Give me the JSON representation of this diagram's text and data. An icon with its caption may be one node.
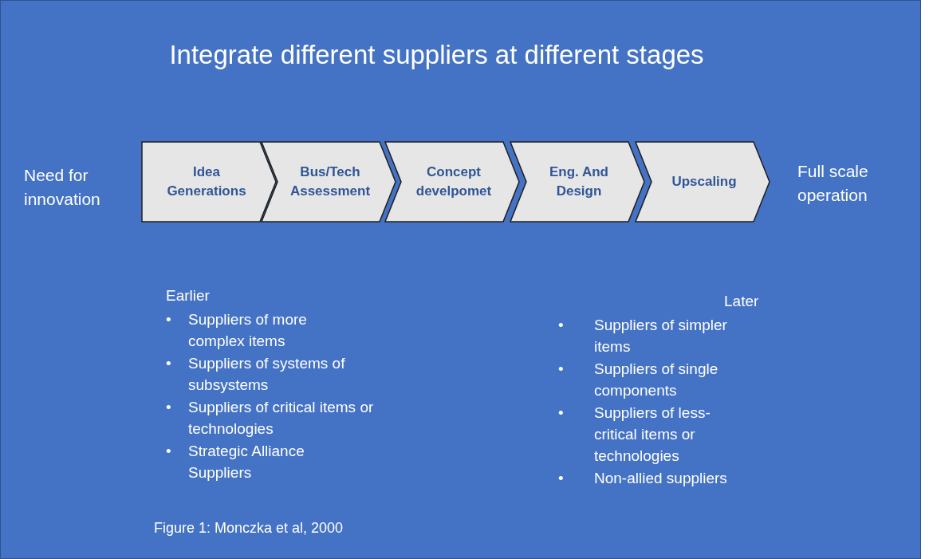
{
  "diagram": {
    "title": "Integrate different suppliers at different stages",
    "caption": "Figure 1: Monczka et al, 2000",
    "nodes": [
      {
        "text": [
          "Idea Generations"
        ]
      },
      {
        "text": [
          "Bus/Tech Assessment"
        ]
      },
      {
        "text": [
          "Concept develpomet"
        ]
      },
      {
        "text": [
          "Eng. And Design"
        ]
      },
      {
        "text": [
          "Upscaling"
        ]
      }
    ],
    "labels": [
      "Need for innovation",
      "Full scale operation",
      "Earlier",
      "•",
      "Suppliers of more complex items",
      "•",
      "Suppliers of systems of subsystems",
      "•",
      "Suppliers of critical items or technologies",
      "•",
      "Strategic Alliance Suppliers",
      "Later",
      "•",
      "Suppliers of simpler items",
      "•",
      "Suppliers of single components",
      "•",
      "Suppliers of less-critical items or technologies",
      "•",
      "Non-allied suppliers"
    ]
  }
}
